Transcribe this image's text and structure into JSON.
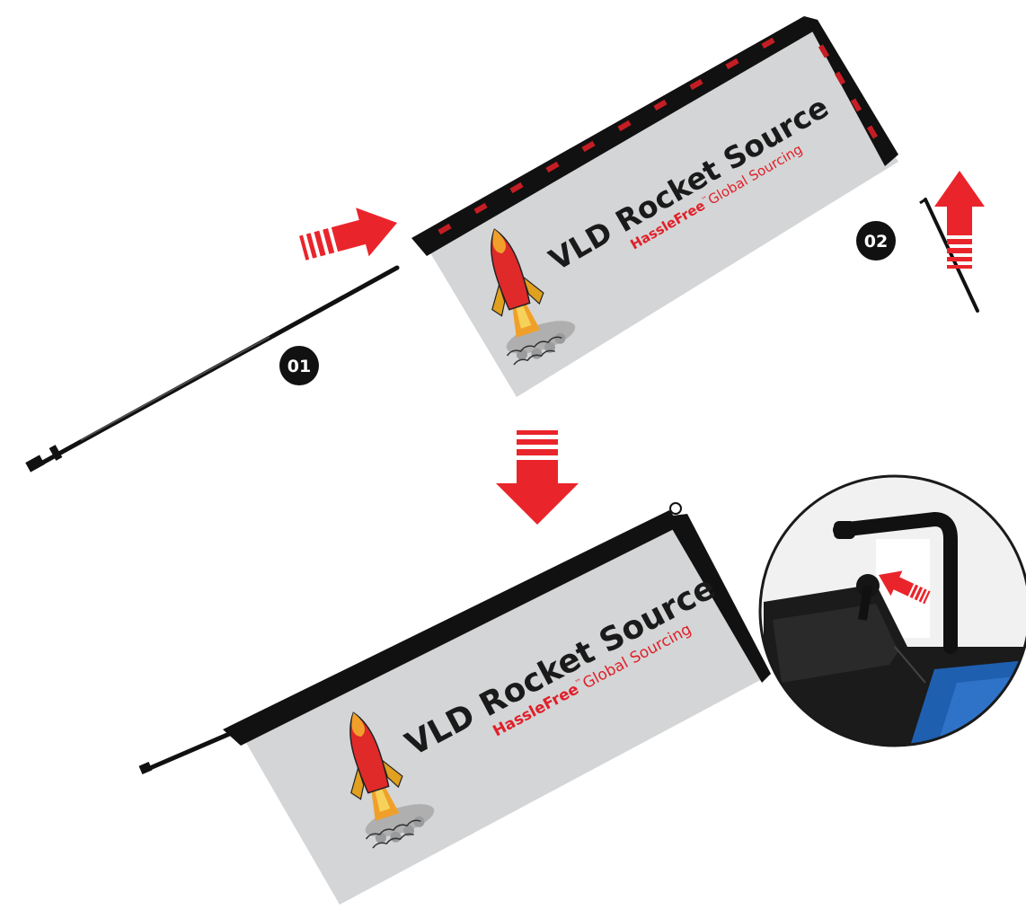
{
  "steps": [
    {
      "number": "01"
    },
    {
      "number": "02"
    }
  ],
  "banner": {
    "title": "VLD Rocket Source",
    "tagline_bold": "HassleFree",
    "tagline_tm": "™",
    "tagline_rest": "Global Sourcing"
  },
  "colors": {
    "arrow": "#e9252b",
    "banner_fabric": "#d4d5d6",
    "pole": "#111111",
    "brand_text": "#1a1a1a",
    "brand_accent": "#e0202a"
  },
  "icons": {
    "rocket": "rocket-logo-icon",
    "arrow": "red-dashed-arrow-icon",
    "detail": "zoom-detail-circle"
  }
}
